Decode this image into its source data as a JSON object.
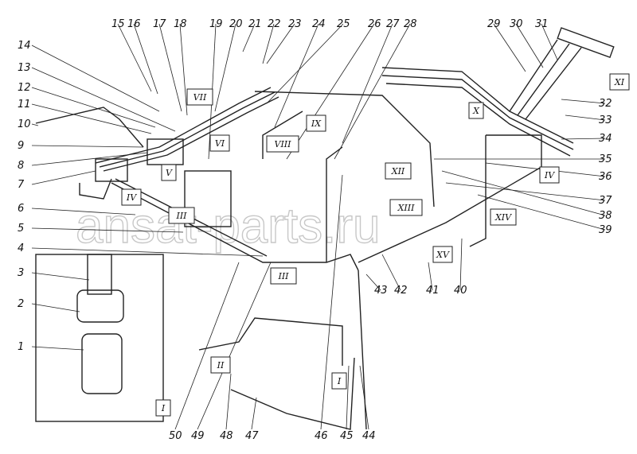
{
  "diagram": {
    "watermark": "ansat-parts.ru",
    "part_numbers": [
      "1",
      "2",
      "3",
      "4",
      "5",
      "6",
      "7",
      "8",
      "9",
      "10",
      "11",
      "12",
      "13",
      "14",
      "15",
      "16",
      "17",
      "18",
      "19",
      "20",
      "21",
      "22",
      "23",
      "24",
      "25",
      "26",
      "27",
      "28",
      "29",
      "30",
      "31",
      "32",
      "33",
      "34",
      "35",
      "36",
      "37",
      "38",
      "39",
      "40",
      "41",
      "42",
      "43",
      "44",
      "45",
      "46",
      "47",
      "48",
      "49",
      "50"
    ],
    "section_callouts": [
      "I",
      "II",
      "III",
      "III",
      "IV",
      "IV",
      "V",
      "VI",
      "VII",
      "VIII",
      "IX",
      "X",
      "XI",
      "XII",
      "XIII",
      "XIV",
      "XV",
      "I"
    ]
  }
}
